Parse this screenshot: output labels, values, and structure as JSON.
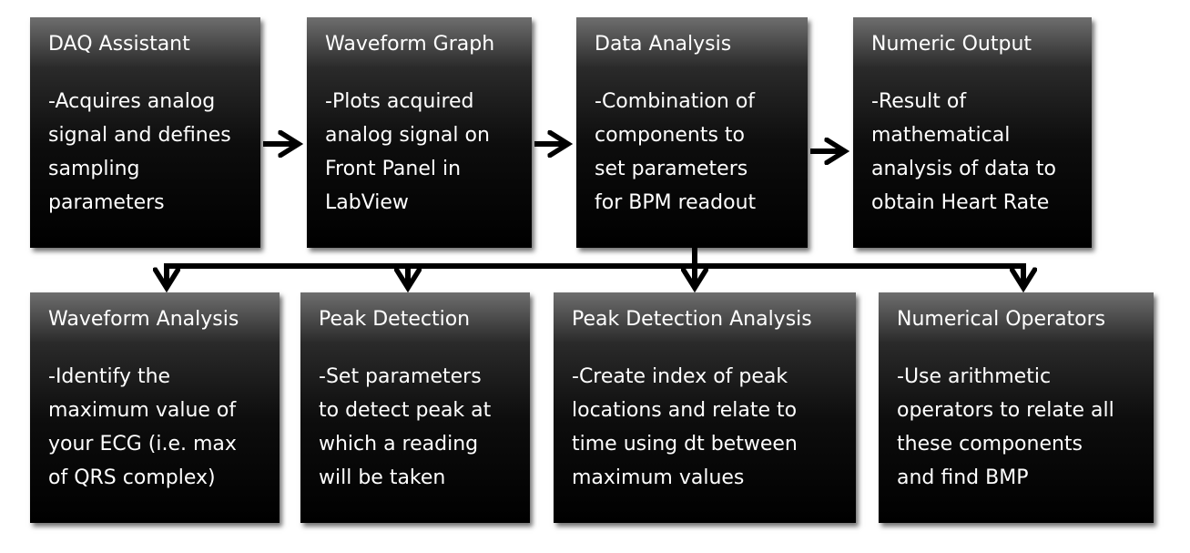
{
  "boxes": {
    "daq": {
      "title": "DAQ Assistant",
      "lines": [
        "-Acquires analog",
        "signal and defines",
        "sampling",
        "parameters"
      ]
    },
    "waveform_graph": {
      "title": "Waveform Graph",
      "lines": [
        "-Plots acquired",
        "analog signal on",
        "Front Panel in",
        "LabView"
      ]
    },
    "data_analysis": {
      "title": "Data Analysis",
      "lines": [
        "-Combination of",
        "components to",
        "set parameters",
        "for BPM readout"
      ]
    },
    "numeric_output": {
      "title": "Numeric Output",
      "lines": [
        "-Result of",
        "mathematical",
        "analysis of data to",
        "obtain Heart Rate"
      ]
    },
    "waveform_analysis": {
      "title": "Waveform Analysis",
      "lines": [
        "-Identify the",
        "maximum value of",
        "your ECG (i.e. max",
        "of QRS complex)"
      ]
    },
    "peak_detection": {
      "title": "Peak Detection",
      "lines": [
        "-Set parameters",
        "to detect peak at",
        "which a reading",
        "will be taken"
      ]
    },
    "peak_detection_analysis": {
      "title": "Peak Detection Analysis",
      "lines": [
        "-Create index of peak",
        "locations and relate to",
        "time using dt between",
        "maximum values"
      ]
    },
    "numerical_operators": {
      "title": "Numerical Operators",
      "lines": [
        "-Use arithmetic",
        "operators to relate all",
        "these components",
        "and find BMP"
      ]
    }
  },
  "colors": {
    "box_fill": "#000000",
    "box_text": "#ffffff",
    "connector": "#000000"
  }
}
